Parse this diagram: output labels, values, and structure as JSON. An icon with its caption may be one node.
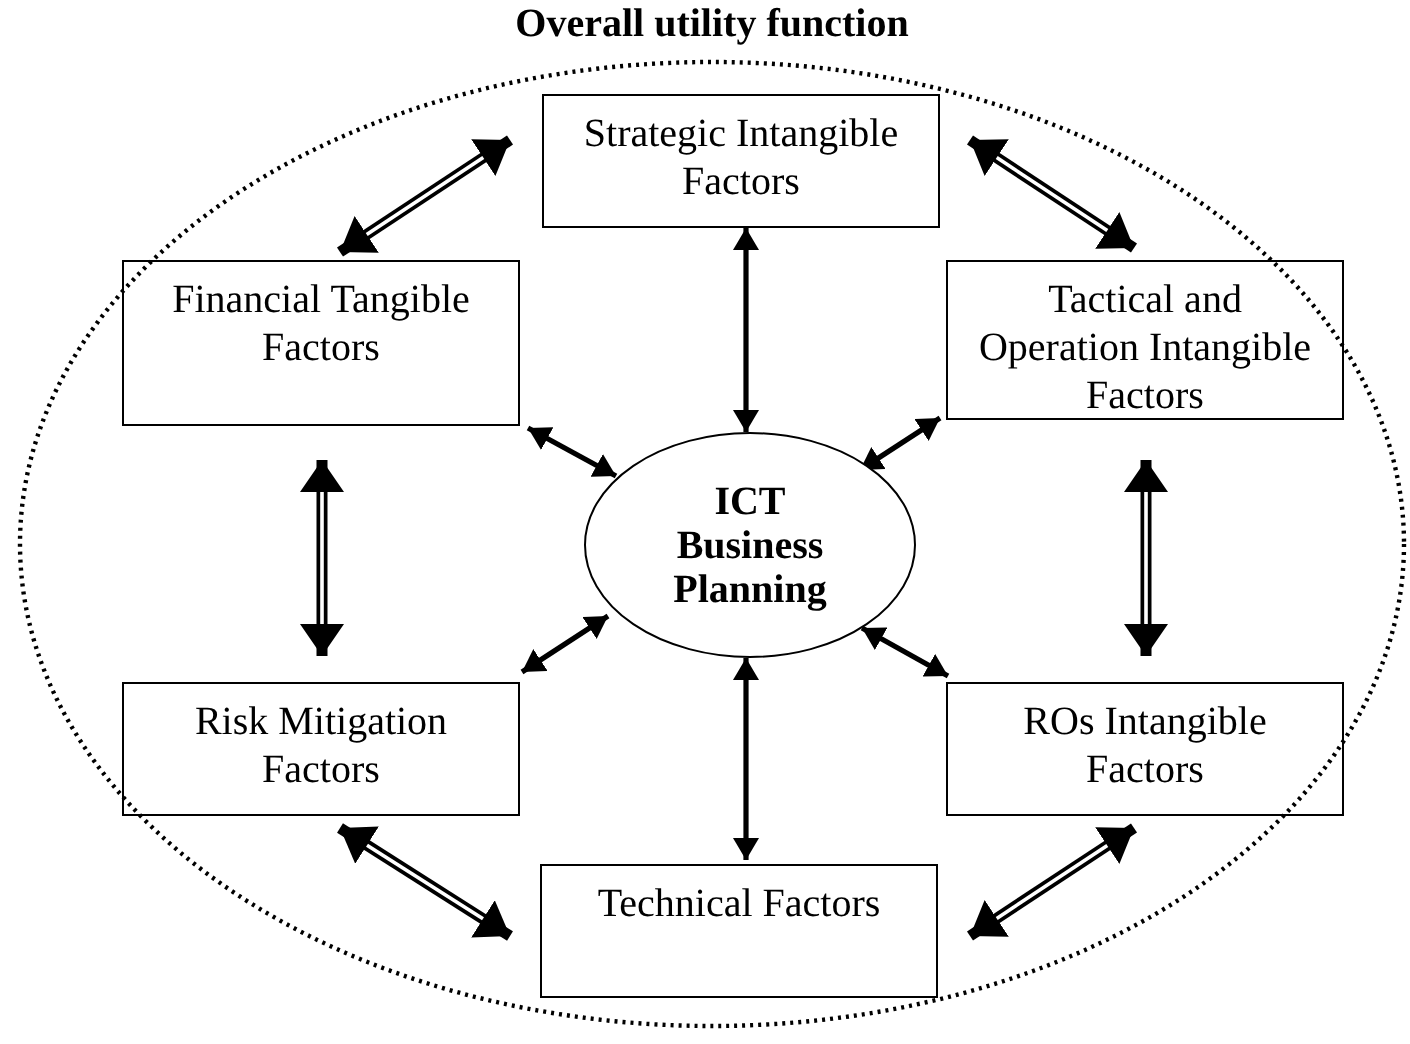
{
  "diagram": {
    "nodes": [
      {
        "text": [
          "Overall utility function"
        ]
      },
      {
        "text": [
          "Strategic Intangible Factors"
        ],
        "in": 0
      },
      {
        "text": [
          "Financial Tangible Factors"
        ],
        "in": 0
      },
      {
        "text": [
          "Tactical and Operation Intangible Factors"
        ],
        "in": 0
      },
      {
        "text": [
          "ICT Business Planning"
        ],
        "in": 0
      },
      {
        "text": [
          "Risk Mitigation Factors"
        ],
        "in": 0
      },
      {
        "text": [
          "ROs Intangible Factors"
        ],
        "in": 0
      },
      {
        "text": [
          "Technical Factors"
        ],
        "in": 0
      }
    ],
    "edges": [
      {
        "from": 2,
        "to": 1,
        "arrow": "both",
        "style": "thick"
      },
      {
        "from": 1,
        "to": 3,
        "arrow": "both",
        "style": "thick"
      },
      {
        "from": 2,
        "to": 5,
        "arrow": "both",
        "style": "thick"
      },
      {
        "from": 3,
        "to": 6,
        "arrow": "both",
        "style": "thick"
      },
      {
        "from": 5,
        "to": 7,
        "arrow": "both",
        "style": "thick"
      },
      {
        "from": 6,
        "to": 7,
        "arrow": "both",
        "style": "thick"
      },
      {
        "from": 1,
        "to": 4,
        "arrow": "both"
      },
      {
        "from": 4,
        "to": 7,
        "arrow": "both"
      },
      {
        "from": 2,
        "to": 4,
        "arrow": "both"
      },
      {
        "from": 3,
        "to": 4,
        "arrow": "both"
      },
      {
        "from": 5,
        "to": 4,
        "arrow": "both"
      },
      {
        "from": 6,
        "to": 4,
        "arrow": "both"
      }
    ]
  }
}
